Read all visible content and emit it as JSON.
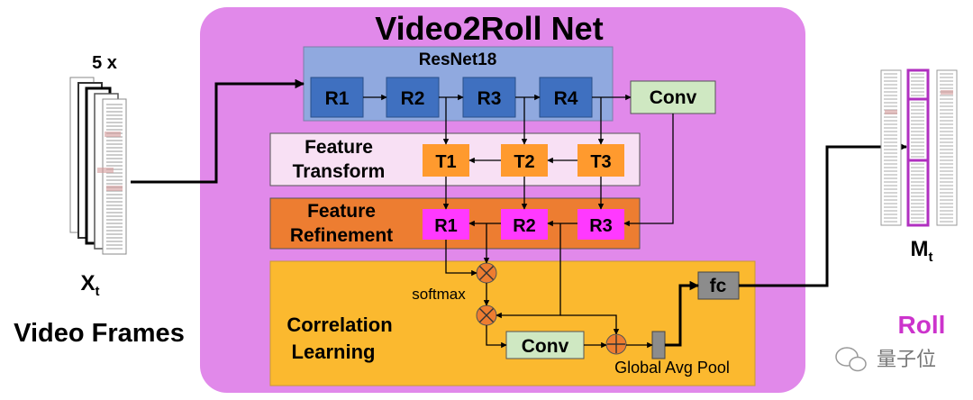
{
  "title": "Video2Roll Net",
  "input": {
    "count_label": "5 x",
    "var_main": "X",
    "var_sub": "t",
    "caption": "Video Frames"
  },
  "resnet": {
    "label": "ResNet18",
    "blocks": [
      "R1",
      "R2",
      "R3",
      "R4"
    ],
    "conv": "Conv"
  },
  "transform": {
    "label_line1": "Feature",
    "label_line2": "Transform",
    "blocks": [
      "T1",
      "T2",
      "T3"
    ]
  },
  "refinement": {
    "label_line1": "Feature",
    "label_line2": "Refinement",
    "blocks": [
      "R1",
      "R2",
      "R3"
    ]
  },
  "correlation": {
    "label_line1": "Correlation",
    "label_line2": "Learning",
    "softmax": "softmax",
    "conv": "Conv",
    "pool": "Global Avg Pool",
    "fc": "fc"
  },
  "output": {
    "var_main": "M",
    "var_sub": "t",
    "caption": "Roll"
  },
  "watermark": "量子位",
  "colors": {
    "net_bg": "#e189ea",
    "resnet_bg": "#90a9df",
    "resnet_block": "#3f70c0",
    "conv_box": "#cfe8c2",
    "transform_bg": "#f8e0f4",
    "t_block": "#ff9a2e",
    "refine_bg": "#ed7d31",
    "refine_block": "#ff39ff",
    "corr_bg": "#fbb92f",
    "fc_box": "#8c8c8c",
    "roll_text": "#cc33cc"
  }
}
